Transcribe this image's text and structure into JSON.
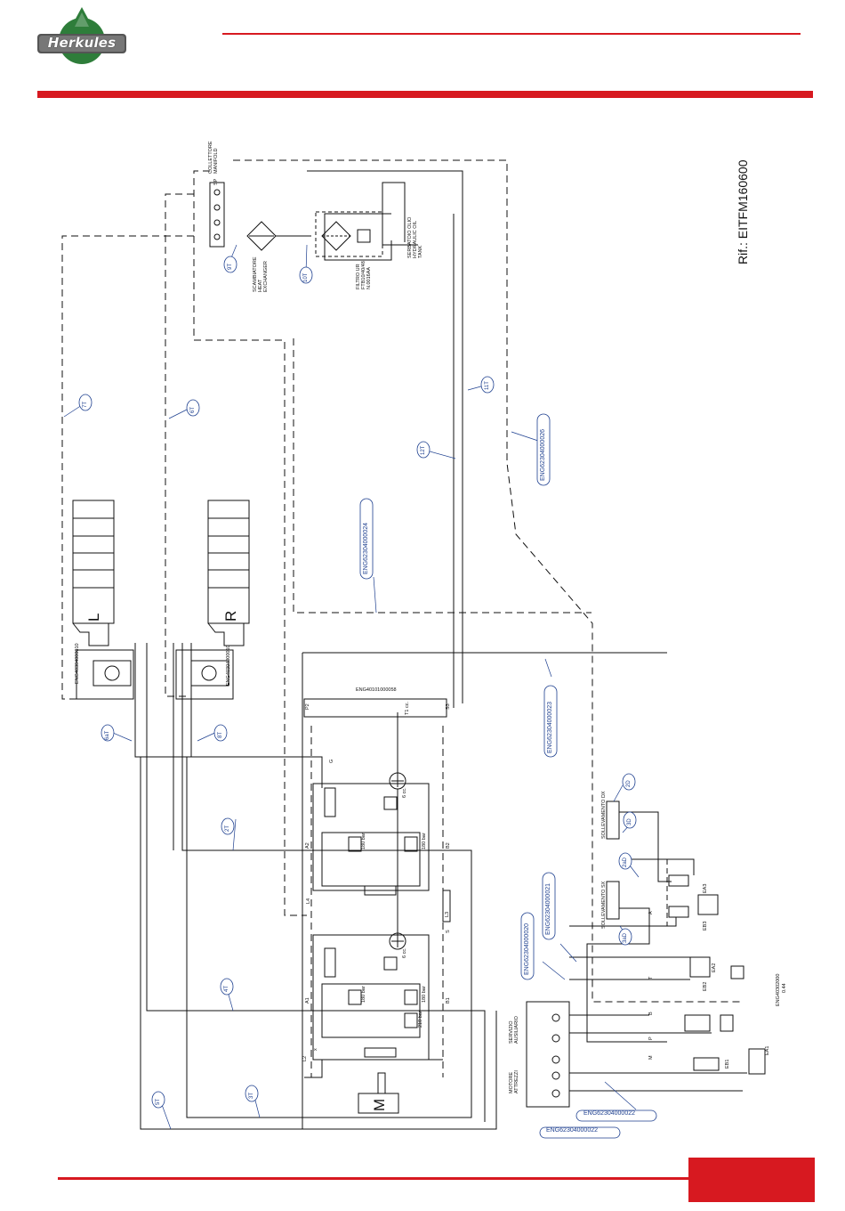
{
  "brand": {
    "name": "Herkules",
    "colors": {
      "red": "#d71920",
      "green": "#2e7d3a",
      "blue": "#1d3f8f"
    }
  },
  "document": {
    "reference": "Rif.: EITFM160600"
  },
  "components": {
    "manifold": "COLLETTORE\nMANIFOLD",
    "manifold_port": "SP",
    "heat_exchanger": "SCAMBIATORE\nHEAT\nEXCHANGER",
    "filter": "FILTRO UR\nFTB10/40/48\nN.0016AA",
    "tank": "SERBATOIO OLIO\nHYDRAULIC OIL\nTANK",
    "motor": "M",
    "motor_attrezzi": "MOTORE\nATTREZZI",
    "servizio_ausiliario": "SERVIZIO\nAUSILIARIO",
    "sollevamento_dx": "SOLLEVAMENTO DX",
    "sollevamento_sx": "SOLLEVAMENTO SX",
    "cylinder_left": "L",
    "cylinder_right": "R"
  },
  "part_codes": {
    "p24": "ENG62304000024",
    "p26": "ENG62304000026",
    "p23": "ENG62304000023",
    "p21": "ENG62304000021",
    "p20": "ENG62304000020",
    "p22a": "ENG62304000022",
    "p22b": "ENG62304000022",
    "valve_block": "ENG40101000058",
    "valve_bottom_right": "ENG40302000",
    "valve_bottom_right_sub": "0.44",
    "cyl_l": "ENG40304000010",
    "cyl_r": "ENG40304000010"
  },
  "hose_tags": [
    "9T",
    "10T",
    "7T",
    "6T",
    "11T",
    "12T",
    "6aT",
    "8T",
    "2T",
    "4T",
    "5T",
    "3T",
    "2D",
    "3D",
    "2aD",
    "3aD"
  ],
  "port_labels": {
    "P2": "P2",
    "S3": "S3",
    "T1": "T1 cc.",
    "G": "G",
    "A2": "A2",
    "B2": "B2",
    "L4": "L4",
    "L3": "L3",
    "S": "S",
    "A1": "A1",
    "B1": "B1",
    "L2": "L2",
    "x": "x",
    "T": "T",
    "A": "A",
    "B": "B",
    "P": "P",
    "M": "M"
  },
  "pressure_labels": [
    "180 bar",
    "180 bar",
    "180 bar",
    "180 bar",
    "210 bar"
  ],
  "displacement_labels": [
    "6 cc.",
    "6 cc."
  ],
  "solenoid_labels": [
    "EB3",
    "EA3",
    "EB2",
    "EA2",
    "EB1",
    "EA1"
  ]
}
